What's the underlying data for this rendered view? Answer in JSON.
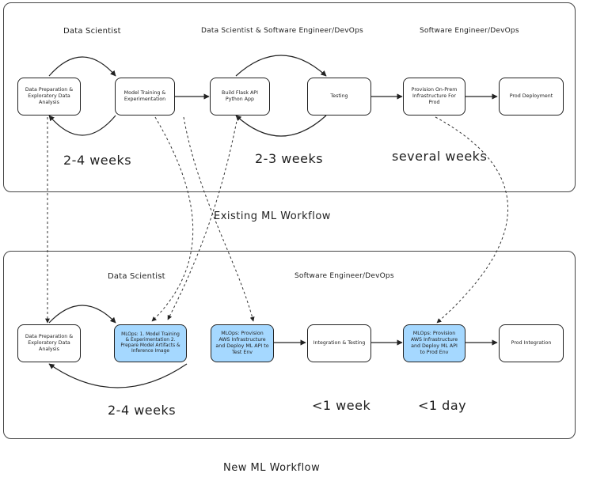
{
  "existing": {
    "roles": [
      "Data Scientist",
      "Data Scientist & Software Engineer/DevOps",
      "Software Engineer/DevOps"
    ],
    "nodes": [
      {
        "label": "Data Preparation & Exploratory Data Analysis",
        "highlight": false
      },
      {
        "label": "Model Training & Experimentation",
        "highlight": false
      },
      {
        "label": "Build Flask API Python App",
        "highlight": false
      },
      {
        "label": "Testing",
        "highlight": false
      },
      {
        "label": "Provision On-Prem Infrastructure For Prod",
        "highlight": false
      },
      {
        "label": "Prod Deployment",
        "highlight": false
      }
    ],
    "durations": [
      "2-4 weeks",
      "2-3 weeks",
      "several weeks"
    ],
    "caption": "Existing ML Workflow"
  },
  "new": {
    "roles": [
      "Data Scientist",
      "Software Engineer/DevOps"
    ],
    "nodes": [
      {
        "label": "Data Preparation & Exploratory Data Analysis",
        "highlight": false
      },
      {
        "label": "MLOps: 1. Model Training & Experimentation 2. Prepare Model Artifacts & Inference Image",
        "highlight": true
      },
      {
        "label": "MLOps: Provision AWS Infrastructure and Deploy ML API to Test Env",
        "highlight": true
      },
      {
        "label": "Integration & Testing",
        "highlight": false
      },
      {
        "label": "MLOps: Provision AWS Infrastructure and Deploy ML API to Prod Env",
        "highlight": true
      },
      {
        "label": "Prod Integration",
        "highlight": false
      }
    ],
    "durations": [
      "2-4 weeks",
      "<1 week",
      "<1 day"
    ],
    "caption": "New ML Workflow"
  },
  "colors": {
    "stroke": "#222222",
    "highlight": "#a5d8ff"
  }
}
